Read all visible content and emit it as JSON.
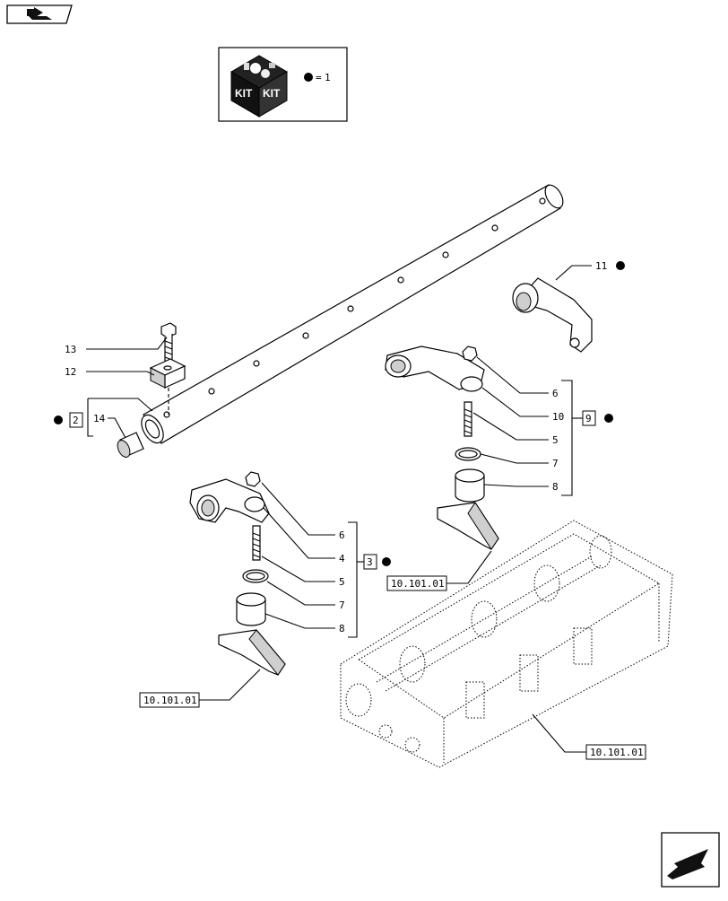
{
  "header": {
    "nav_icon": "book-arrow-icon"
  },
  "kit_legend": {
    "icon": "kit-box-icon",
    "box_label_left": "KIT",
    "box_label_right": "KIT",
    "symbol": "black-dot",
    "equals": "=",
    "value": "1"
  },
  "callouts": {
    "c13": "13",
    "c12": "12",
    "c14": "14",
    "c2": "2",
    "c11": "11",
    "c6a": "6",
    "c10": "10",
    "c5a": "5",
    "c7a": "7",
    "c8a": "8",
    "c9": "9",
    "c6b": "6",
    "c4": "4",
    "c5b": "5",
    "c7b": "7",
    "c8b": "8",
    "c3": "3"
  },
  "references": {
    "ref_right_support": "10.101.01",
    "ref_left_support": "10.101.01",
    "ref_head": "10.101.01"
  },
  "footer": {
    "next_icon": "next-page-arrow-icon"
  }
}
